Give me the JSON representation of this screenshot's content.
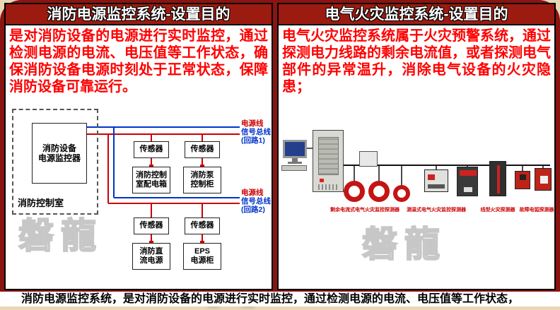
{
  "left_panel": {
    "title": "消防电源监控系统-设置目的",
    "description": "是对消防设备的电源进行实时监控，通过检测电源的电流、电压值等工作状态，确保消防设备电源时刻处于正常状态，保障消防设备可靠运行。",
    "diagram": {
      "room_label": "消防控制室",
      "monitor_label": "消防设备\n电源监控器",
      "loop1": {
        "power_line_label": "电源线",
        "signal_bus_label": "信号总线",
        "loop_label": "(回路1)",
        "sensor1": "传感器",
        "sensor2": "传感器",
        "device1": "消防控制\n室配电箱",
        "device2": "消防泵\n控制柜"
      },
      "loop2": {
        "power_line_label": "电源线",
        "signal_bus_label": "信号总线",
        "loop_label": "(回路2)",
        "sensor1": "传感器",
        "sensor2": "传感器",
        "device1": "消防直\n流电源",
        "device2": "EPS\n电源柜"
      }
    }
  },
  "right_panel": {
    "title": "电气火灾监控系统-设置目的",
    "description": "电气火灾监控系统属于火灾预警系统，通过探测电力线路的剩余电流值，或者探测电气部件的异常温升，消除电气设备的火灾隐患；",
    "device_labels": {
      "label1": "剩余电流式电气火灾监控探测器",
      "label2": "测温式电气火灾监控探测器",
      "label3": "线型火灾探测器",
      "label4": "故障电弧探测器"
    }
  },
  "footer": {
    "text": "消防电源监控系统，是对消防设备的电源进行实时监控，通过检测电源的电流、电压值等工作状态，"
  },
  "watermark": "磐龍",
  "colors": {
    "slide_background": "#8a1410",
    "title_bar": "#9c1b10",
    "description_text": "#ff0000",
    "power_line": "#cc0000",
    "signal_bus": "#0033cc"
  }
}
